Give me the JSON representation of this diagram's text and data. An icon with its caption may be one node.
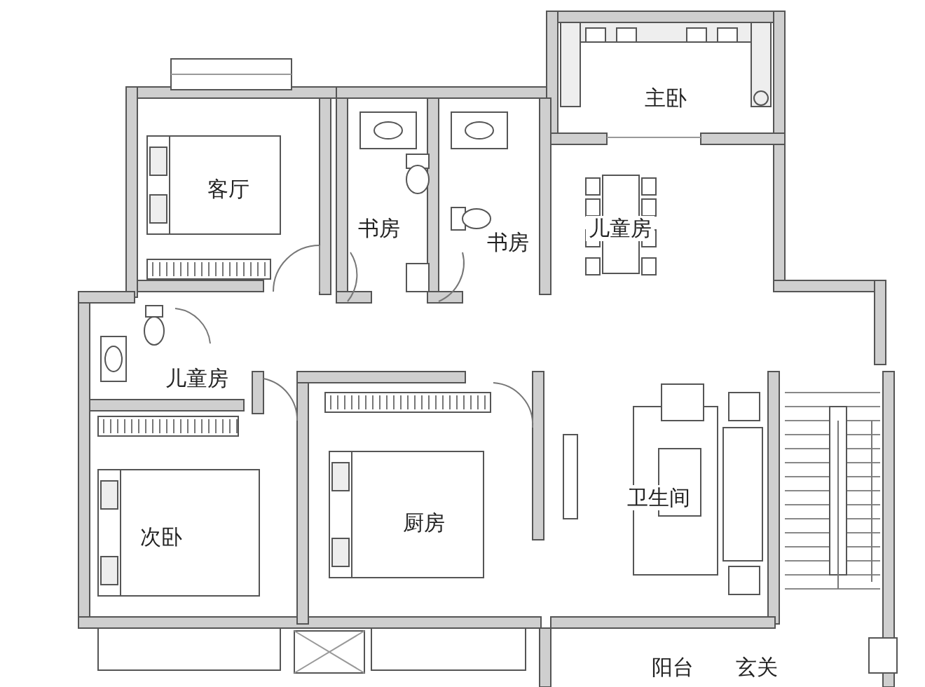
{
  "diagram": {
    "nodes": [
      {
        "text": [
          "主卧"
        ]
      },
      {
        "text": [
          "客厅"
        ]
      },
      {
        "text": [
          "书房"
        ]
      },
      {
        "text": [
          "书房"
        ]
      },
      {
        "text": [
          "儿童房"
        ]
      },
      {
        "text": [
          "儿童房"
        ]
      },
      {
        "text": [
          "卫生间"
        ]
      },
      {
        "text": [
          "次卧"
        ]
      },
      {
        "text": [
          "厨房"
        ]
      },
      {
        "text": [
          "阳台"
        ]
      },
      {
        "text": [
          "玄关"
        ]
      }
    ],
    "edges": []
  }
}
